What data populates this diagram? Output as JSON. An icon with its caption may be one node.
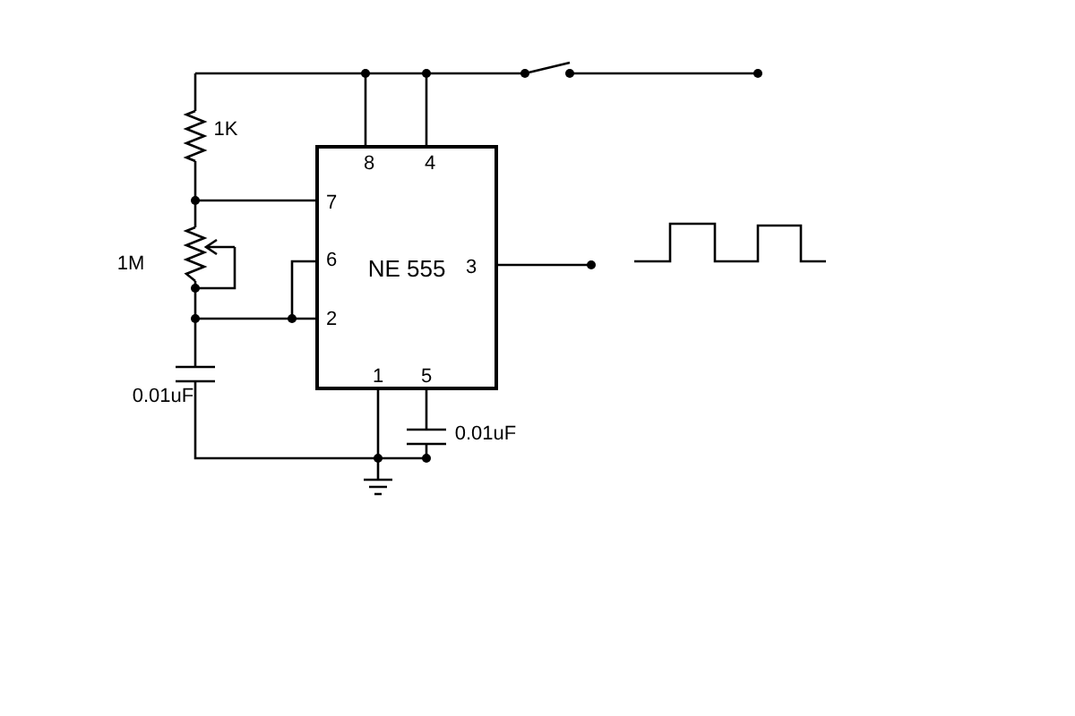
{
  "diagram": {
    "nodes": [
      {
        "text": [
          "NE 555"
        ]
      }
    ],
    "labels": [
      "1K",
      "8",
      "4",
      "7",
      "1M",
      "6",
      "3",
      "2",
      "0.01uF",
      "1",
      "5",
      "0.01uF"
    ]
  }
}
